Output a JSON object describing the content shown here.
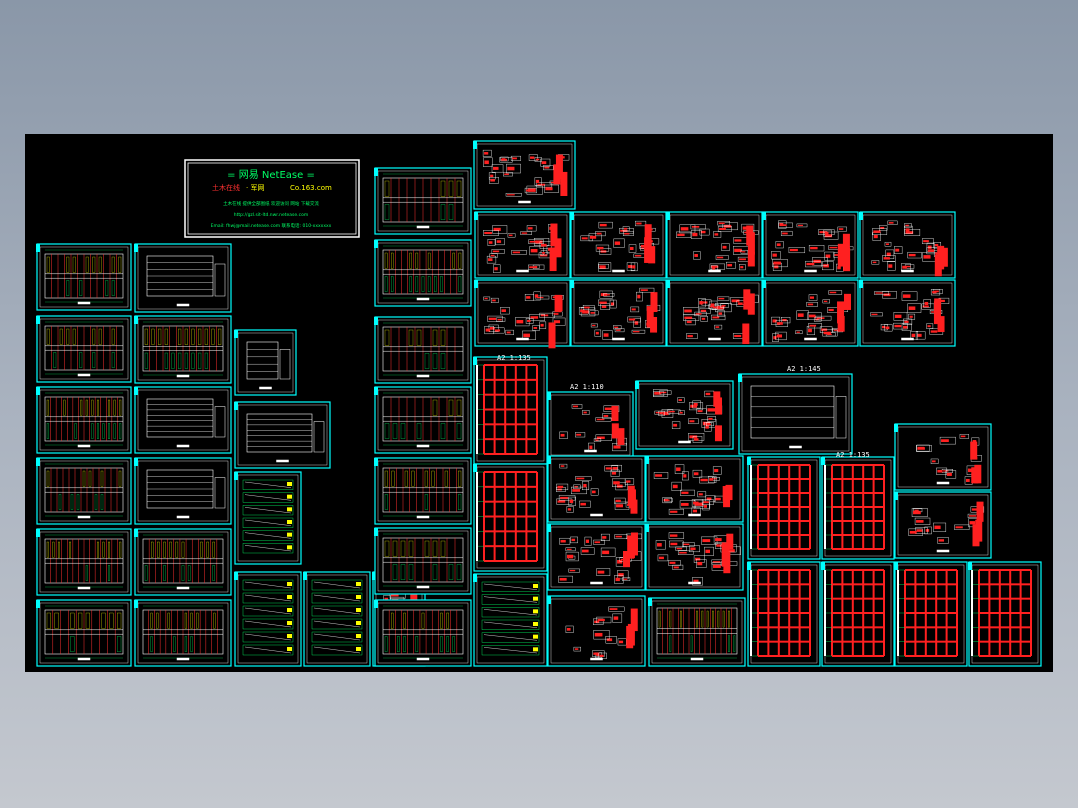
{
  "viewport": {
    "background": "#000000",
    "sheet_frame_color": "#00ffff",
    "line_colors": [
      "#ff0000",
      "#ffffff",
      "#00ff00",
      "#ffff00",
      "#00ffff",
      "#ff00ff"
    ]
  },
  "title_block": {
    "heading": "= 网易 NetEase =",
    "site_left": "土木在线",
    "site_mid": "· 军网",
    "site_right": "Co.163.com",
    "info_line_1": "土木在线 提供全部图纸 欢迎访问 网站 下载交流",
    "info_line_2": "http://gzl.sit-ltd.nwr.netease.com",
    "info_line_3": "Email: fhwj@mail.netease.com  联系电话: 010-xxxxxxx"
  },
  "scale_labels": {
    "a": "A2 1:135",
    "b": "A2 1:110",
    "c": "A2 1:145",
    "d": "A2 1:135"
  }
}
